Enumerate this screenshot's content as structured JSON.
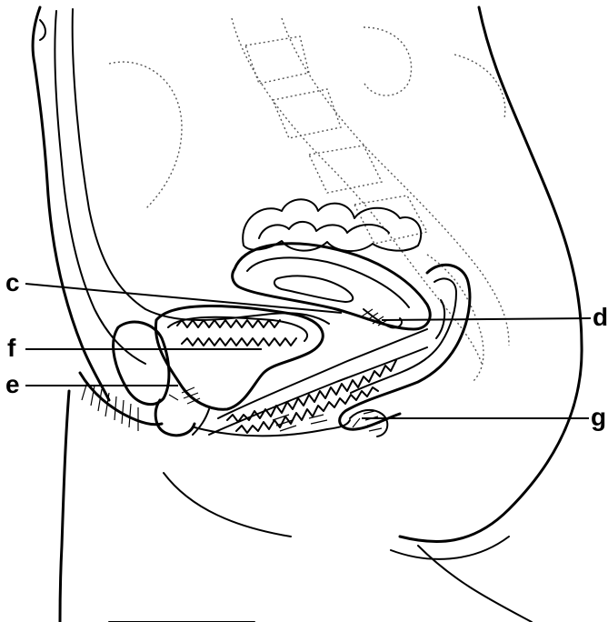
{
  "labels": {
    "c": "c",
    "d": "d",
    "e": "e",
    "f": "f",
    "g": "g"
  },
  "colors": {
    "ink": "#000000",
    "background": "#ffffff"
  }
}
